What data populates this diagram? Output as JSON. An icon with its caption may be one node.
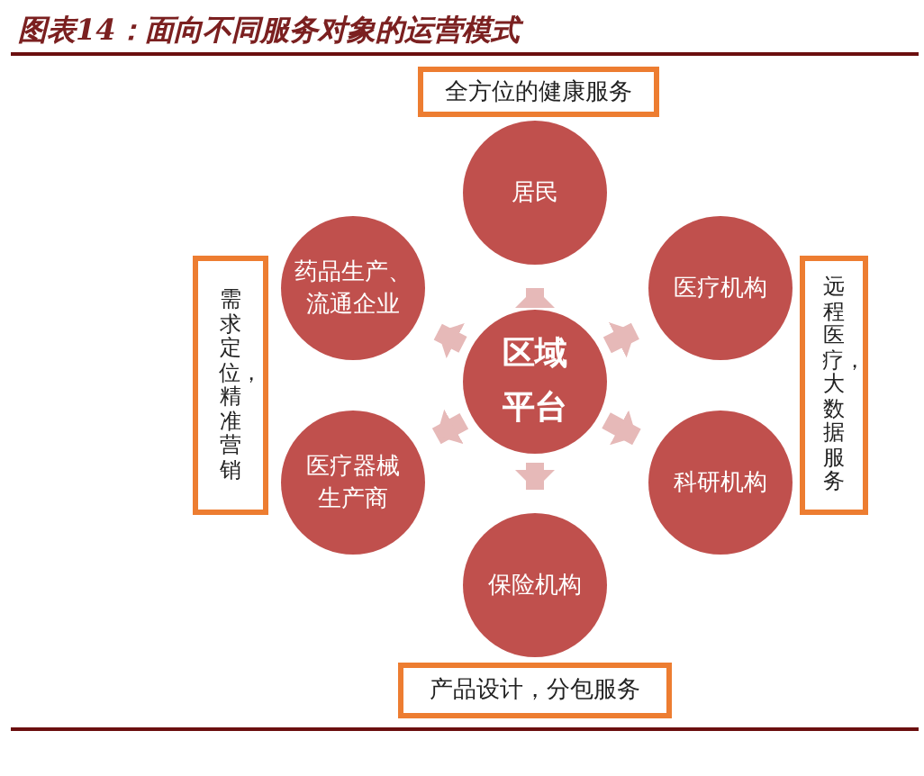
{
  "diagram": {
    "title": "图表14：面向不同服务对象的运营模式",
    "nodes": [
      {
        "text": [
          "全方位的健康服务"
        ]
      },
      {
        "text": [
          "居民"
        ]
      },
      {
        "text": [
          "药品生产、流通企业"
        ]
      },
      {
        "text": [
          "医疗机构"
        ]
      },
      {
        "text": [
          "区域平台"
        ]
      },
      {
        "text": [
          "需求定位，精准营销"
        ]
      },
      {
        "text": [
          "远程医疗，大数据服务"
        ]
      },
      {
        "text": [
          "医疗器械生产商"
        ]
      },
      {
        "text": [
          "科研机构"
        ]
      },
      {
        "text": [
          "保险机构"
        ]
      },
      {
        "text": [
          "产品设计，分包服务"
        ]
      }
    ],
    "edges": [
      {
        "from": 4,
        "to": 1,
        "arrow": "to"
      },
      {
        "from": 4,
        "to": 2,
        "arrow": "to"
      },
      {
        "from": 4,
        "to": 3,
        "arrow": "to"
      },
      {
        "from": 4,
        "to": 7,
        "arrow": "to"
      },
      {
        "from": 4,
        "to": 8,
        "arrow": "to"
      },
      {
        "from": 4,
        "to": 9,
        "arrow": "to"
      }
    ]
  }
}
